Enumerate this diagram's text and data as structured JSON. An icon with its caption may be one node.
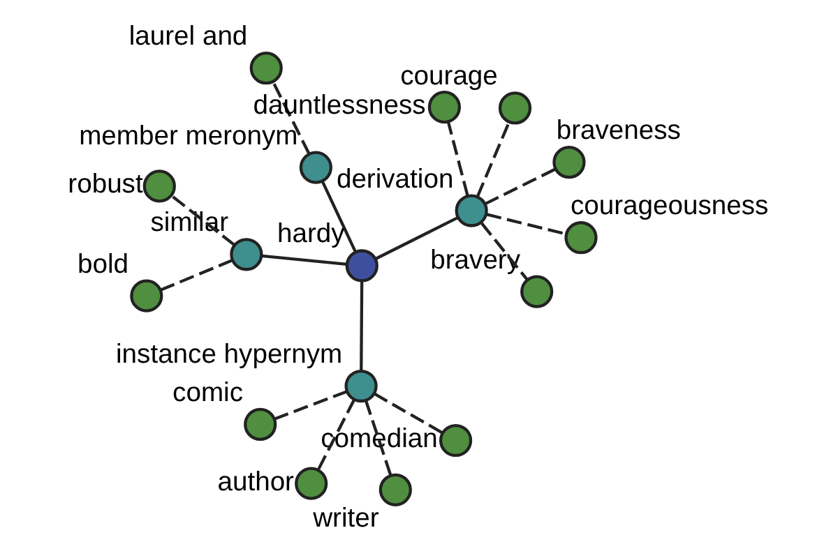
{
  "diagram": {
    "nodes": [
      {
        "text": [
          "hardy"
        ]
      },
      {
        "text": [
          "similar"
        ]
      },
      {
        "text": [
          "instance hypernym"
        ]
      },
      {
        "text": [
          "member meronym"
        ]
      },
      {
        "text": [
          "derivation"
        ]
      },
      {
        "text": [
          "robust"
        ]
      },
      {
        "text": [
          "bold"
        ]
      },
      {
        "text": [
          "comedian"
        ]
      },
      {
        "text": [
          "author"
        ]
      },
      {
        "text": [
          "writer"
        ]
      },
      {
        "text": [
          "comic"
        ]
      },
      {
        "text": [
          "laurel and"
        ]
      },
      {
        "text": [
          "braveness"
        ]
      },
      {
        "text": [
          "courage"
        ]
      },
      {
        "text": [
          "dauntlessness"
        ]
      },
      {
        "text": [
          "bravery"
        ]
      },
      {
        "text": [
          "courageousness"
        ]
      }
    ],
    "edges": [
      {
        "from": 0,
        "to": 1,
        "arrow": "none"
      },
      {
        "from": 0,
        "to": 2,
        "arrow": "none"
      },
      {
        "from": 0,
        "to": 3,
        "arrow": "none"
      },
      {
        "from": 0,
        "to": 4,
        "arrow": "none"
      },
      {
        "from": 1,
        "to": 5,
        "arrow": "none",
        "style": "dashed"
      },
      {
        "from": 1,
        "to": 6,
        "arrow": "none",
        "style": "dashed"
      },
      {
        "from": 2,
        "to": 7,
        "arrow": "none",
        "style": "dashed"
      },
      {
        "from": 2,
        "to": 8,
        "arrow": "none",
        "style": "dashed"
      },
      {
        "from": 2,
        "to": 9,
        "arrow": "none",
        "style": "dashed"
      },
      {
        "from": 2,
        "to": 10,
        "arrow": "none",
        "style": "dashed"
      },
      {
        "from": 3,
        "to": 11,
        "arrow": "none",
        "style": "dashed"
      },
      {
        "from": 4,
        "to": 12,
        "arrow": "none",
        "style": "dashed"
      },
      {
        "from": 4,
        "to": 13,
        "arrow": "none",
        "style": "dashed"
      },
      {
        "from": 4,
        "to": 14,
        "arrow": "none",
        "style": "dashed"
      },
      {
        "from": 4,
        "to": 15,
        "arrow": "none",
        "style": "dashed"
      },
      {
        "from": 4,
        "to": 16,
        "arrow": "none",
        "style": "dashed"
      }
    ]
  }
}
